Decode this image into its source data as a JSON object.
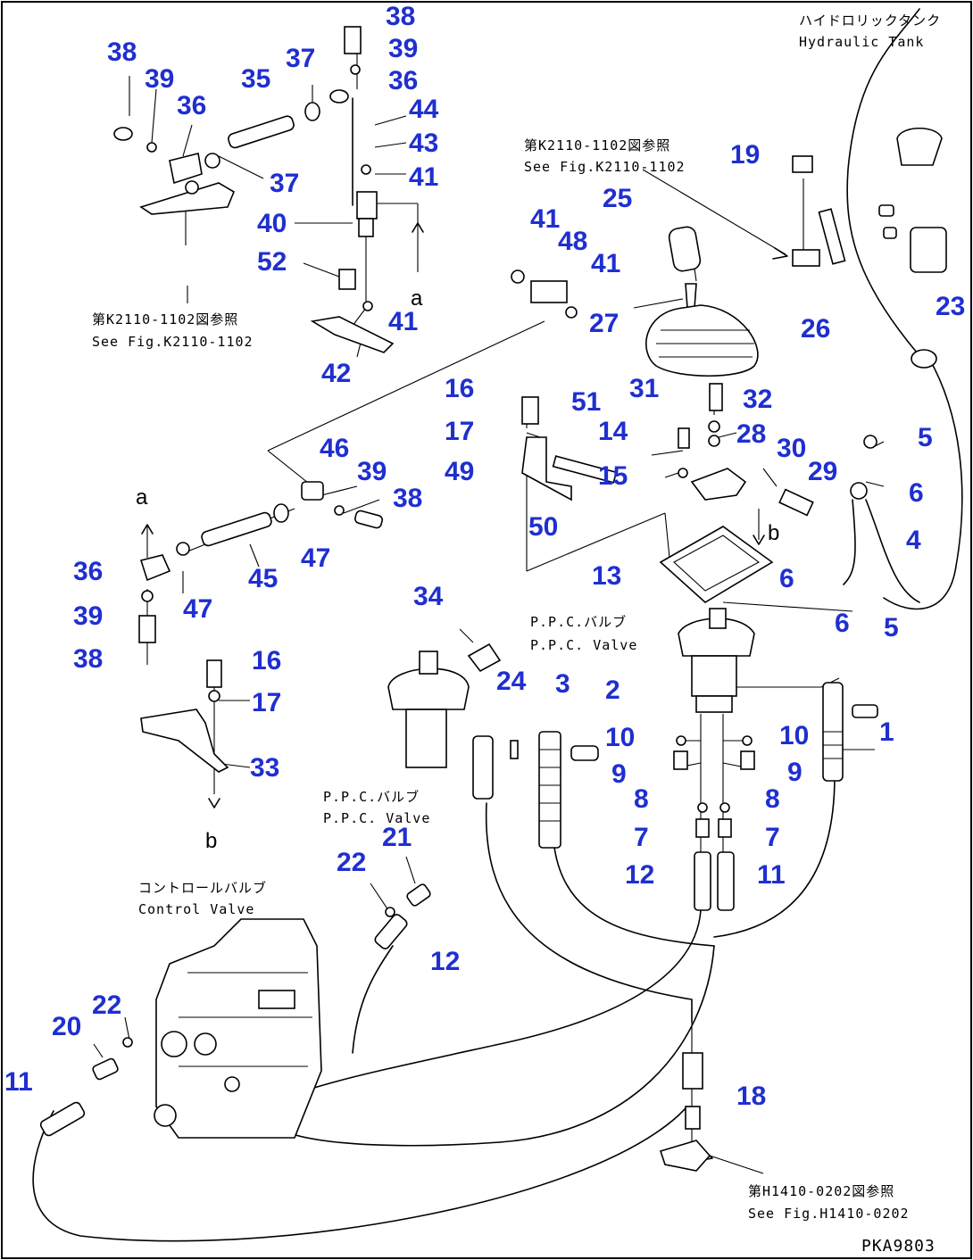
{
  "callouts": {
    "n38a": "38",
    "n39a": "39",
    "n36a": "36",
    "n38b": "38",
    "n39b": "39",
    "n35": "35",
    "n37a": "37",
    "n36b": "36",
    "n44": "44",
    "n43": "43",
    "n41a": "41",
    "n37b": "37",
    "n40": "40",
    "n52": "52",
    "n41b": "41",
    "n42": "42",
    "n41c": "41",
    "n48": "48",
    "n41d": "41",
    "n25": "25",
    "n27": "27",
    "n19": "19",
    "n26": "26",
    "n23": "23",
    "n16a": "16",
    "n51": "51",
    "n31": "31",
    "n32": "32",
    "n17a": "17",
    "n14": "14",
    "n28": "28",
    "n5a": "5",
    "n30": "30",
    "n49": "49",
    "n15": "15",
    "n29": "29",
    "n6a": "6",
    "n50": "50",
    "n4": "4",
    "n13": "13",
    "n6b": "6",
    "n6c": "6",
    "n5b": "5",
    "n46": "46",
    "n39c": "39",
    "n38c": "38",
    "n47a": "47",
    "n45": "45",
    "n36c": "36",
    "n47b": "47",
    "n39d": "39",
    "n38d": "38",
    "n16b": "16",
    "n17b": "17",
    "n33": "33",
    "n34": "34",
    "n24": "24",
    "n3": "3",
    "n2": "2",
    "n10a": "10",
    "n10b": "10",
    "n1": "1",
    "n9a": "9",
    "n9b": "9",
    "n8a": "8",
    "n8b": "8",
    "n7a": "7",
    "n7b": "7",
    "n12a": "12",
    "n11a": "11",
    "n21": "21",
    "n22a": "22",
    "n12b": "12",
    "n22b": "22",
    "n20": "20",
    "n11b": "11",
    "n18": "18"
  },
  "letters": {
    "a_top": "a",
    "a_mid": "a",
    "b_mid": "b",
    "b_low": "b"
  },
  "notes": {
    "tank_jp": "ハイドロリックタンク",
    "tank_en": "Hydraulic Tank",
    "ref1_jp": "第K2110-1102図参照",
    "ref1_en": "See Fig.K2110-1102",
    "ref2_jp": "第K2110-1102図参照",
    "ref2_en": "See Fig.K2110-1102",
    "ppc1_jp": "P.P.C.バルブ",
    "ppc1_en": "P.P.C. Valve",
    "ppc2_jp": "P.P.C.バルブ",
    "ppc2_en": "P.P.C. Valve",
    "cv_jp": "コントロールバルブ",
    "cv_en": "Control Valve",
    "ref3_jp": "第H1410-0202図参照",
    "ref3_en": "See Fig.H1410-0202",
    "drawing_code": "PKA9803"
  }
}
